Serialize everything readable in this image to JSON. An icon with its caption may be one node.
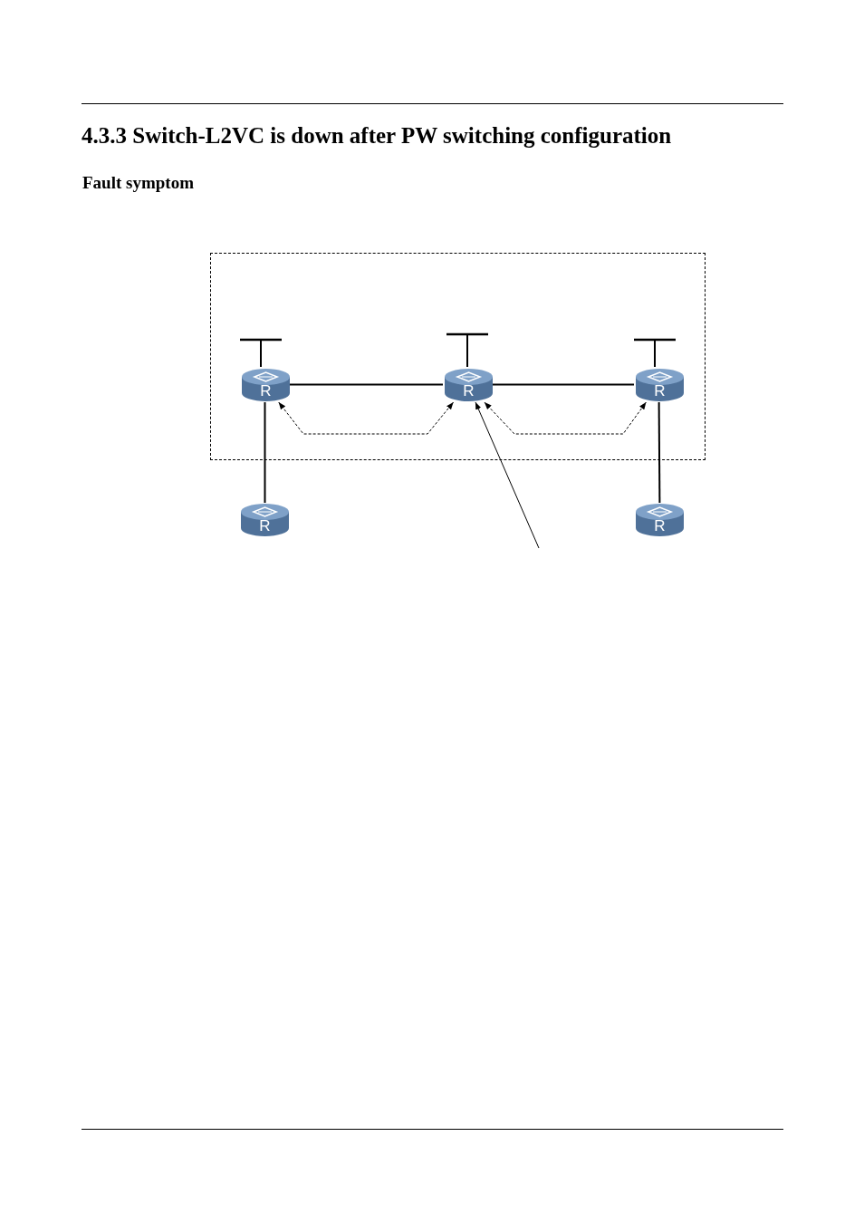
{
  "diagram": {
    "title": "4.3.3 Switch-L2VC is down after PW switching configuration",
    "nodes": [
      {
        "text": [],
        "shape": "box"
      },
      {
        "text": [
          "R"
        ],
        "in": 0
      },
      {
        "text": [
          "R"
        ],
        "in": 0
      },
      {
        "text": [
          "R"
        ],
        "in": 0
      },
      {
        "text": [
          "R"
        ]
      },
      {
        "text": [
          "R"
        ]
      }
    ],
    "edges": [
      {
        "from": 1,
        "to": 2,
        "arrow": "none"
      },
      {
        "from": 2,
        "to": 3,
        "arrow": "none"
      },
      {
        "from": 1,
        "to": 4,
        "arrow": "none"
      },
      {
        "from": 3,
        "to": 5,
        "arrow": "none"
      },
      {
        "from": 1,
        "to": 2,
        "arrow": "both",
        "style": "dashed"
      },
      {
        "from": 2,
        "to": 3,
        "arrow": "both",
        "style": "dashed"
      },
      {
        "from": null,
        "to": 2,
        "arrow": "to"
      }
    ],
    "labels": [
      "Fault symptom"
    ]
  }
}
